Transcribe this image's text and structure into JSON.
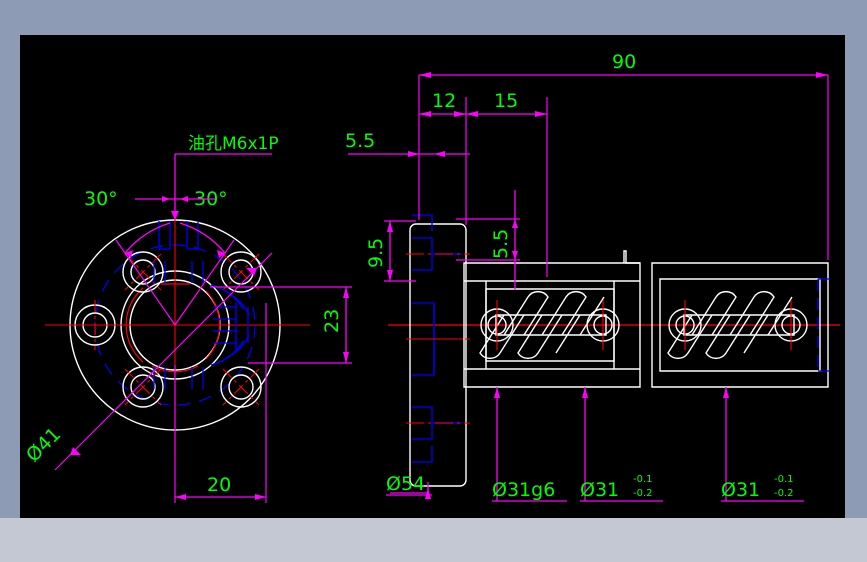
{
  "app": {
    "background_color": "#8d9cb4",
    "canvas_color": "#000000",
    "bottom_bar_color": "#c3c8d3"
  },
  "palette": {
    "outline": "#ffffff",
    "dimension": "#ff00ff",
    "text": "#00ff00",
    "centerline": "#ff0000",
    "hidden": "#0000ff"
  },
  "drawing": {
    "title_note": "油孔M6x1P",
    "views": {
      "front": {
        "name": "flange-front-view",
        "annotations": {
          "angle_left": "30°",
          "angle_right": "30°",
          "bolt_circle": "Ø41",
          "height_dim": "23",
          "width_dim": "20"
        }
      },
      "side": {
        "name": "ballnut-side-section-view",
        "annotations": {
          "overall_length": "90",
          "flange_thickness": "12",
          "step_length": "15",
          "oil_hole_offset": "5.5",
          "flange_height": "9.5",
          "slot_height": "5.5",
          "flange_dia": "Ø54",
          "nut_dia_g6": "Ø31g6",
          "nut_dia_1": "Ø31",
          "nut_dia_1_upper": "-0.1",
          "nut_dia_1_lower": "-0.2",
          "nut_dia_2": "Ø31",
          "nut_dia_2_upper": "-0.1",
          "nut_dia_2_lower": "-0.2"
        }
      }
    }
  }
}
